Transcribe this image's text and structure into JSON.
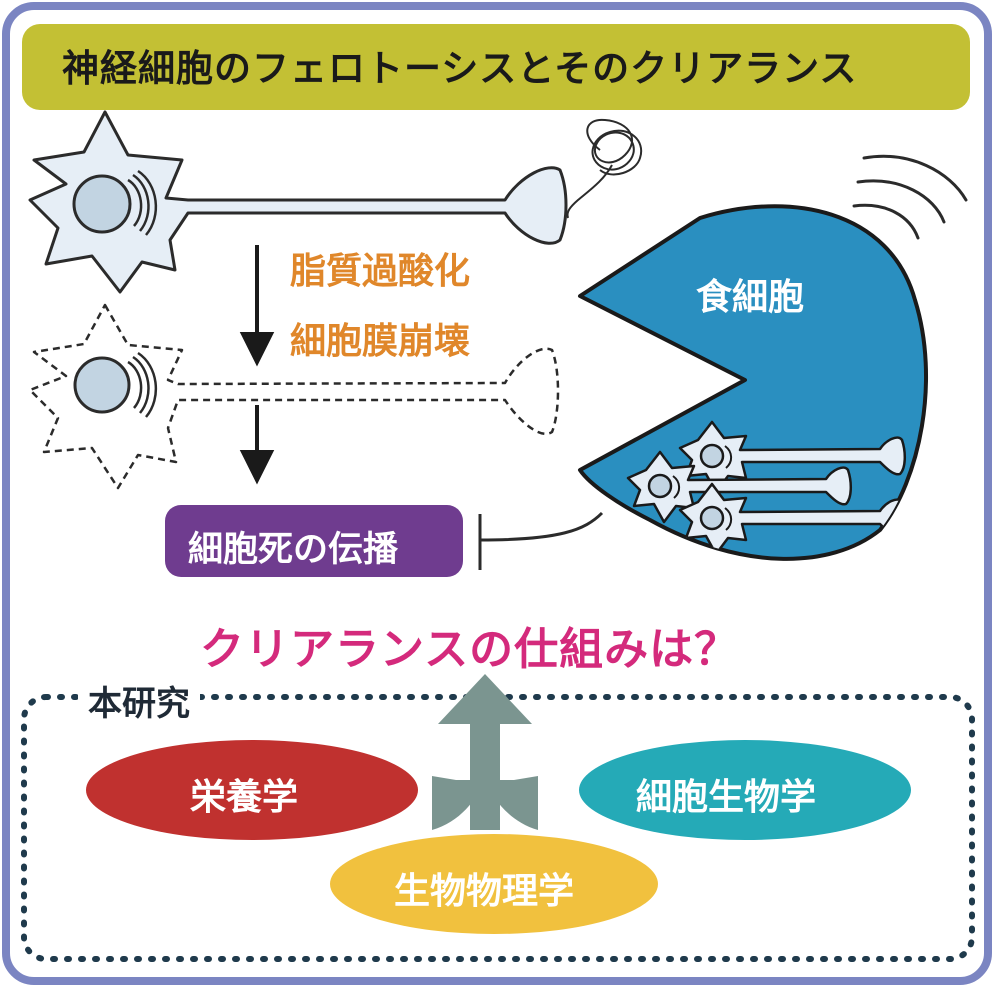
{
  "title": "神経細胞のフェロトーシスとそのクリアランス",
  "process": {
    "lipid_peroxidation": "脂質過酸化",
    "membrane_collapse": "細胞膜崩壊"
  },
  "phagocyte_label": "食細胞",
  "death_propagation": "細胞死の伝播",
  "question": "クリアランスの仕組みは？",
  "this_study": {
    "label": "本研究",
    "fields": [
      "栄養学",
      "細胞生物学",
      "生物物理学"
    ]
  },
  "colors": {
    "frame": "#7b85c2",
    "title_bar": "#c3c034",
    "orange_text": "#e0872a",
    "phagocyte": "#2a8fc0",
    "death_box": "#6f3c8f",
    "question": "#d42a7c",
    "study_border": "#1f3a4c",
    "nutrition": "#c0312f",
    "cell_biology": "#25aab7",
    "biophysics": "#f1c13e",
    "arrow": "#7b9590",
    "neuron_fill": "#e6eef6",
    "nucleus": "#c2d4e2"
  }
}
